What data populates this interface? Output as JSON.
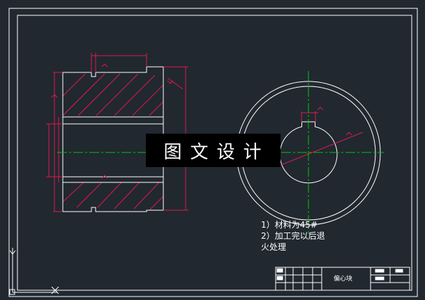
{
  "watermark": "图文设计",
  "notes": [
    "1）材料为45#",
    "2）加工完以后退",
    "火处理"
  ],
  "title_block": {
    "part_name": "偏心块"
  },
  "colors": {
    "background": "#212830",
    "frame": "#ffffff",
    "part_outline": "#ffffff",
    "hatch": "#e0184c",
    "dimension": "#e0184c",
    "centerline": "#00c800"
  }
}
